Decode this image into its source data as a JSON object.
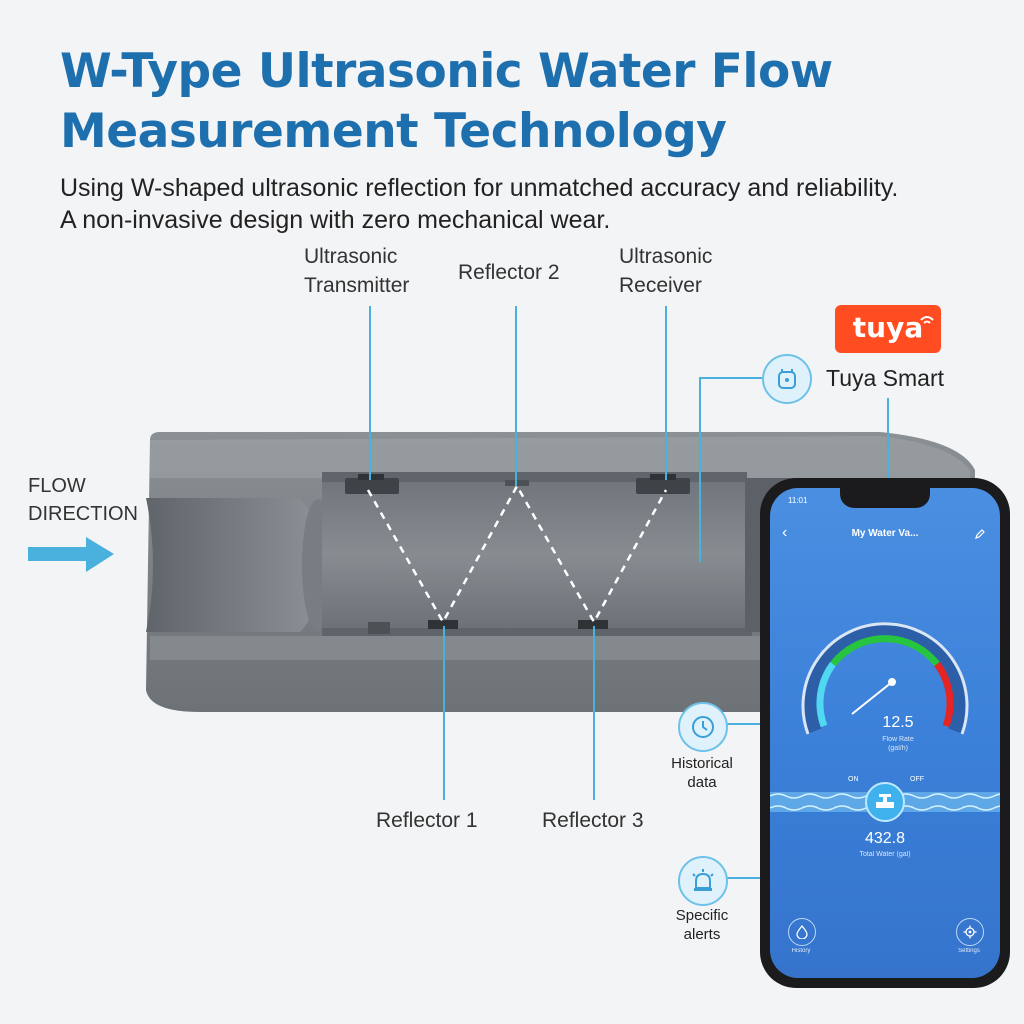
{
  "header": {
    "title": "W-Type Ultrasonic Water Flow Measurement Technology",
    "subtitle_line1": "Using W-shaped ultrasonic reflection for unmatched accuracy and reliability.",
    "subtitle_line2": "A non-invasive design with zero mechanical wear."
  },
  "labels": {
    "transmitter_line1": "Ultrasonic",
    "transmitter_line2": "Transmitter",
    "reflector2": "Reflector 2",
    "receiver_line1": "Ultrasonic",
    "receiver_line2": "Receiver",
    "reflector1": "Reflector 1",
    "reflector3": "Reflector 3",
    "flow_line1": "FLOW",
    "flow_line2": "DIRECTION"
  },
  "app": {
    "logo_text": "tuya",
    "name": "Tuya Smart",
    "features": [
      {
        "line1": "Historical",
        "line2": "data",
        "icon": "clock-icon"
      },
      {
        "line1": "Specific",
        "line2": "alerts",
        "icon": "alarm-icon"
      }
    ]
  },
  "phone": {
    "status_time": "11:01",
    "screen_title": "My Water Va...",
    "flow_value": "12.5",
    "flow_label": "Flow Rate",
    "flow_unit": "(gal/h)",
    "on_label": "ON",
    "off_label": "OFF",
    "total_value": "432.8",
    "total_label": "Total Water (gal)",
    "nav_left": "History",
    "nav_right": "Settings"
  },
  "colors": {
    "title": "#1d6fae",
    "accent_line": "#4ab0de",
    "pipe": "#7d8387",
    "tuya": "#ff4c21",
    "screen": "#3a7fd8",
    "gauge_green": "#27c43f",
    "gauge_red": "#e52424",
    "gauge_cyan": "#4fd8f0"
  }
}
